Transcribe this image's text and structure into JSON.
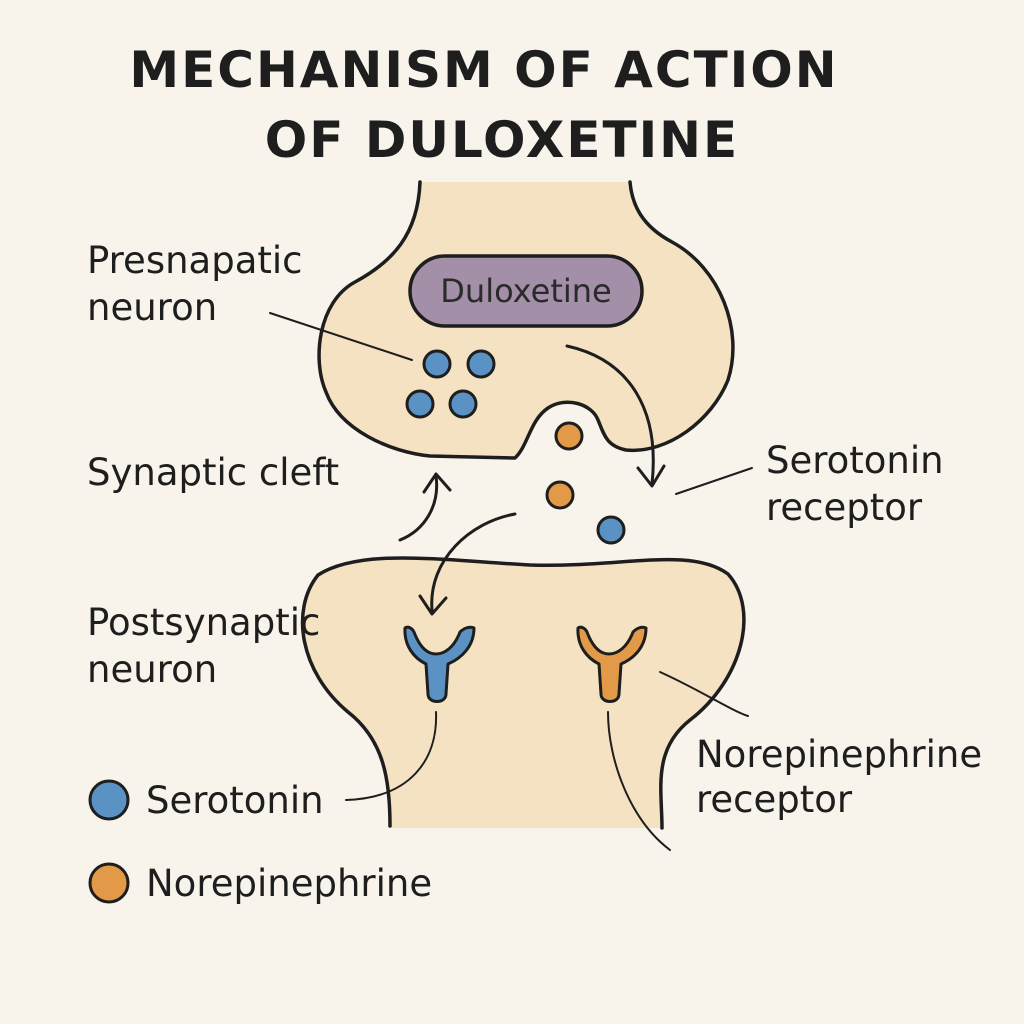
{
  "title": {
    "line1": "MECHANISM OF ACTION",
    "line2": "OF DULOXETINE"
  },
  "labels": {
    "presynaptic_line1": "Presnapatic",
    "presynaptic_line2": "neuron",
    "synaptic_cleft": "Synaptic cleft",
    "postsynaptic_line1": "Postsynaptic",
    "postsynaptic_line2": "neuron",
    "serotonin_receptor_line1": "Serotonin",
    "serotonin_receptor_line2": "receptor",
    "norepinephrine_receptor_line1": "Norepinephrine",
    "norepinephrine_receptor_line2": "receptor"
  },
  "drug": {
    "name": "Duloxetine"
  },
  "legend": {
    "serotonin": "Serotonin",
    "norepinephrine": "Norepinephrine"
  },
  "colors": {
    "background": "#f8f4ec",
    "neuron_fill": "#f4e2c2",
    "serotonin": "#5a92c4",
    "norepinephrine": "#e39a48",
    "drug_pill": "#a48fa8",
    "outline": "#1e1e1e"
  }
}
